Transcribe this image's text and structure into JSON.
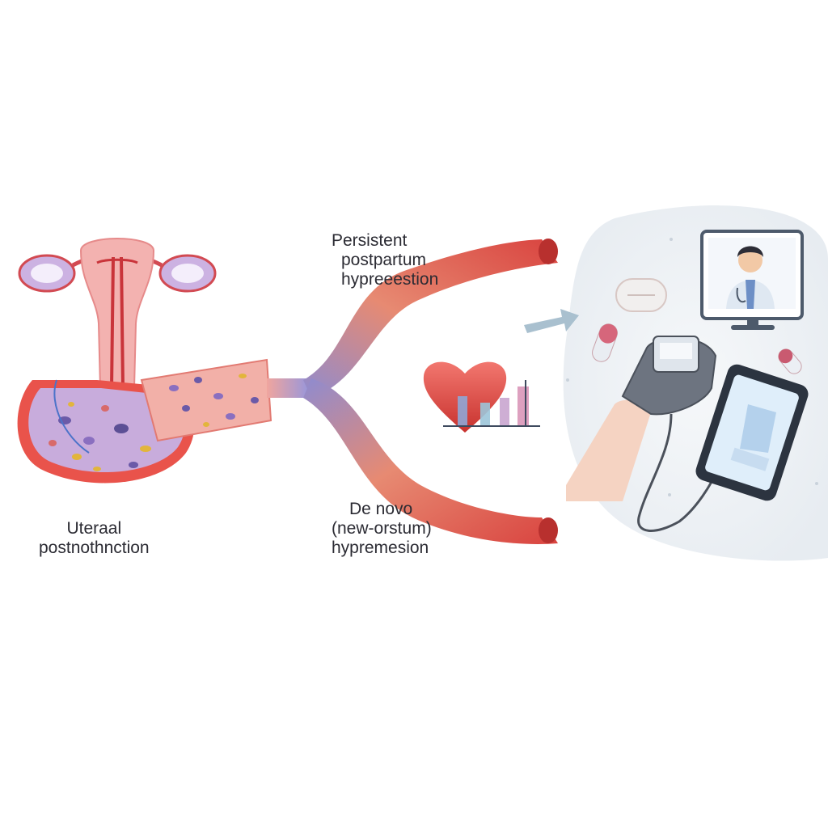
{
  "labels": {
    "uterine": [
      "Uteraal",
      "postnothnction"
    ],
    "persistent": [
      "Persistent",
      "postpartum",
      "hypreeestion"
    ],
    "de_novo": [
      "De novo",
      "(new-orstum)",
      "hypremesion"
    ]
  },
  "icons": {
    "uterus": "uterus-illustration",
    "heart_chart": "heart-with-bar-chart-icon",
    "arrow": "right-arrow-icon",
    "doctor_monitor": "telehealth-doctor-monitor-icon",
    "bp_cuff": "blood-pressure-cuff-icon",
    "smartphone": "smartphone-app-icon",
    "pills": "pill-capsule-icon"
  },
  "colors": {
    "vessel_red": "#d9433f",
    "vessel_purple": "#8e8bd0",
    "uterus_pink": "#f1a0a3",
    "tissue_purple": "#b79ad2",
    "panel_bg": "#eef2f5"
  }
}
